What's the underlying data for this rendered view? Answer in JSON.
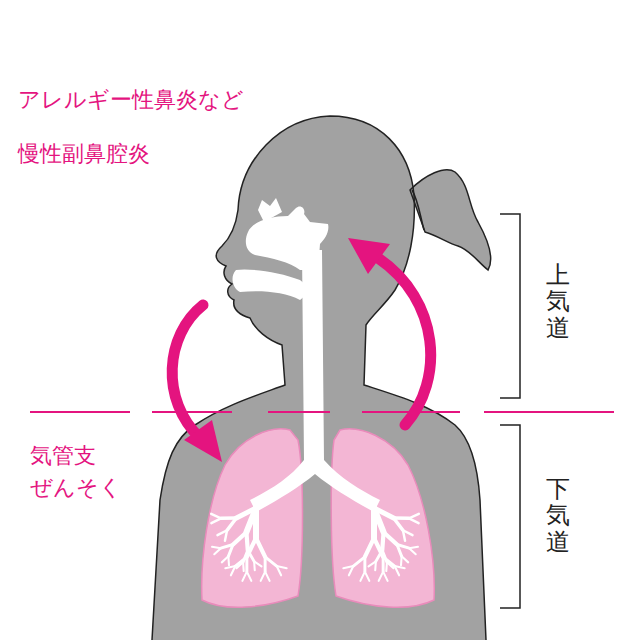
{
  "diagram": {
    "labels": [
      "アレルギー性鼻炎など",
      "慢性副鼻腔炎",
      "気管支 ぜんそく",
      "上気道",
      "下気道"
    ]
  }
}
